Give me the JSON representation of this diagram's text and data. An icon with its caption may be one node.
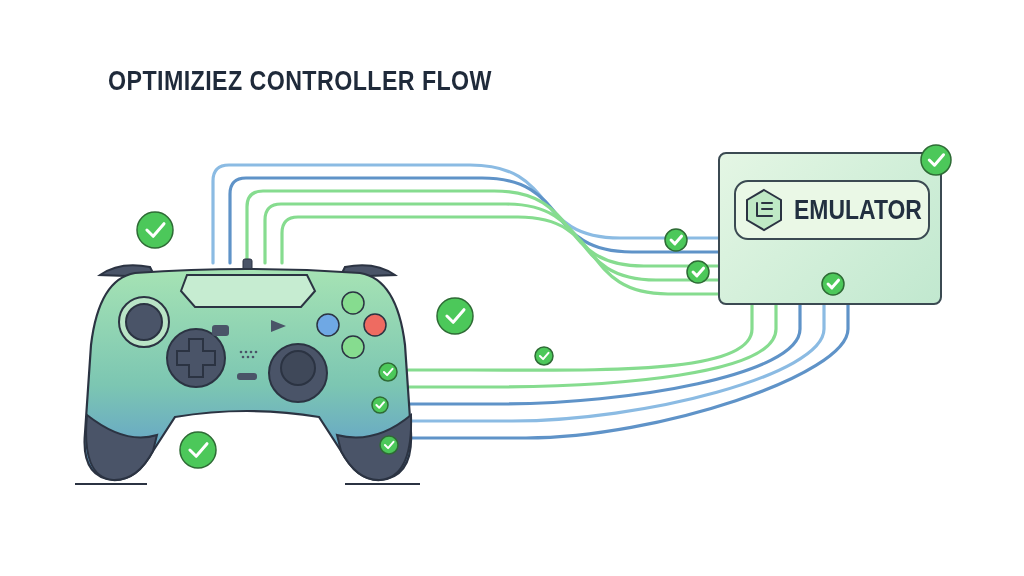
{
  "diagram": {
    "title": "OPTIMIZIEZ CONTROLLER FLOW",
    "nodes": [
      {
        "text": [],
        "shape": "picture"
      },
      {
        "text": [],
        "shape": "box"
      },
      {
        "text": [
          "EMULATOR"
        ],
        "in": 1
      }
    ],
    "edges": [
      {
        "from": 0,
        "to": 1,
        "arrow": "none",
        "color": "#8bbbe3"
      },
      {
        "from": 0,
        "to": 1,
        "arrow": "none",
        "color": "#5f93c8"
      },
      {
        "from": 0,
        "to": 1,
        "arrow": "none"
      },
      {
        "from": 0,
        "to": 1,
        "arrow": "none"
      },
      {
        "from": 0,
        "to": 1,
        "arrow": "none"
      },
      {
        "from": 0,
        "to": 1,
        "arrow": "none"
      },
      {
        "from": 0,
        "to": 1,
        "arrow": "none"
      },
      {
        "from": 0,
        "to": 1,
        "arrow": "none",
        "color": "#5f93c8"
      },
      {
        "from": 0,
        "to": 1,
        "arrow": "none",
        "color": "#8bbbe3"
      },
      {
        "from": 0,
        "to": 1,
        "arrow": "none",
        "color": "#5f93c8"
      }
    ]
  }
}
